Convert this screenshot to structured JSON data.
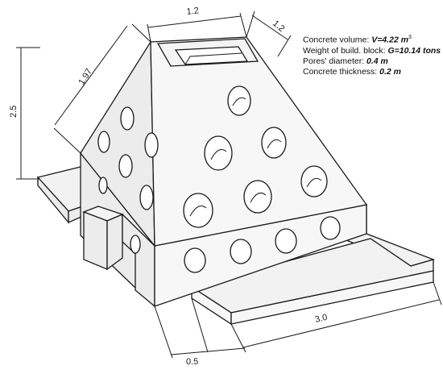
{
  "dimensions": {
    "top_width": "1.2",
    "top_depth": "1.2",
    "slope_length": "1.97",
    "height": "2.5",
    "base_length": "3.0",
    "step_width": "0.5"
  },
  "info": {
    "volume_label": "Concrete volume: ",
    "volume_value": "V=4.22 m",
    "volume_exp": "3",
    "weight_label": "Weight of build. block: ",
    "weight_value": "G=10.14 tons",
    "pores_label": "Pores' diameter: ",
    "pores_value": "0.4 m",
    "thickness_label": "Concrete thickness: ",
    "thickness_value": "0.2 m"
  }
}
